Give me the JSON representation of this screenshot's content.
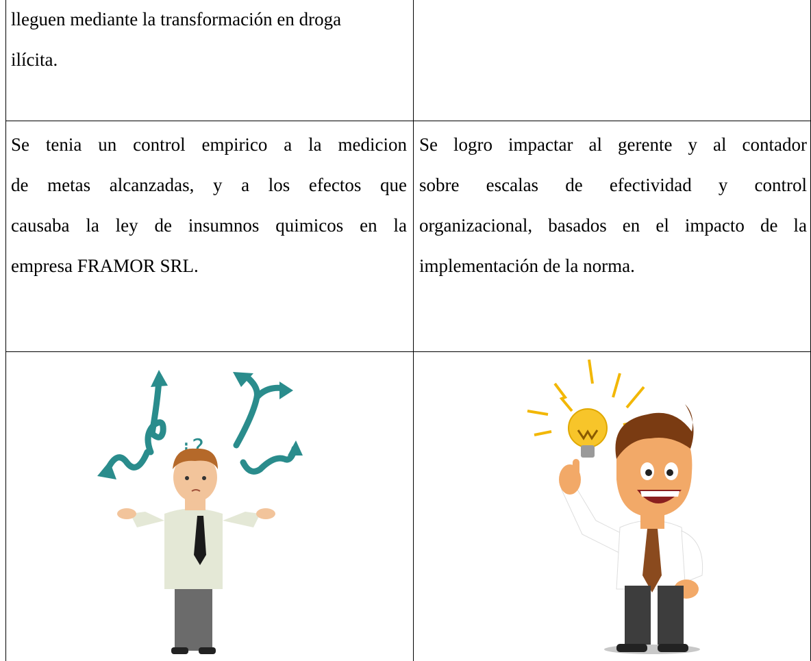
{
  "table": {
    "row1": {
      "left_lines": [
        "lleguen mediante la transformación en droga",
        "ilícita."
      ],
      "right_lines": []
    },
    "row2": {
      "left_lines": [
        "Se tenia un control empirico a la medicion",
        "de metas alcanzadas,  y a los efectos que",
        "causaba la ley de insumnos quimicos en la",
        "empresa FRAMOR SRL."
      ],
      "right_lines": [
        "Se logro impactar al gerente y al contador",
        "sobre escalas de efectividad y control",
        "organizacional, basados en el impacto de la",
        "implementación de la norma."
      ]
    },
    "row3": {
      "left_image_text": "¿?",
      "colors": {
        "arrow_teal": "#2a8c8c",
        "shirt_left": "#e4e8d6",
        "pants": "#6b6b6b",
        "skin": "#f2c49b",
        "hair": "#b5692a",
        "bulb": "#f7c52a",
        "spark": "#f2b705",
        "tie_right": "#8a4a1e",
        "pants_right": "#3d3d3d"
      }
    }
  }
}
